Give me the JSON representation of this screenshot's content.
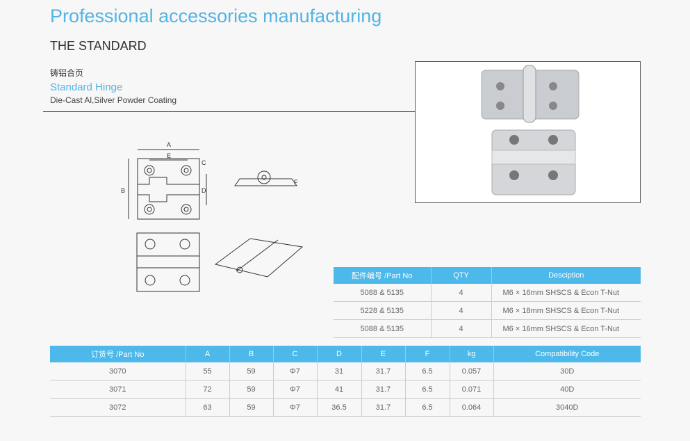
{
  "title": "Professional accessories manufacturing",
  "subtitle": "THE STANDARD",
  "product": {
    "cn": "铸铝合页",
    "name": "Standard Hinge",
    "desc": "Die-Cast Al,Silver Powder Coating"
  },
  "diagram_labels": {
    "a": "A",
    "e": "E",
    "c": "C",
    "b": "B",
    "d": "D",
    "f": "F"
  },
  "parts_table": {
    "headers": [
      "配件编号 /Part No",
      "QTY",
      "Desciption"
    ],
    "rows": [
      [
        "5088 & 5135",
        "4",
        "M6 × 16mm SHSCS & Econ T-Nut"
      ],
      [
        "5228 & 5135",
        "4",
        "M6 × 18mm SHSCS & Econ T-Nut"
      ],
      [
        "5088 & 5135",
        "4",
        "M6 × 16mm SHSCS & Econ T-Nut"
      ]
    ]
  },
  "spec_table": {
    "headers": [
      "订货号 /Part No",
      "A",
      "B",
      "C",
      "D",
      "E",
      "F",
      "kg",
      "Compatibility Code"
    ],
    "rows": [
      [
        "3070",
        "55",
        "59",
        "Φ7",
        "31",
        "31.7",
        "6.5",
        "0.057",
        "30D"
      ],
      [
        "3071",
        "72",
        "59",
        "Φ7",
        "41",
        "31.7",
        "6.5",
        "0.071",
        "40D"
      ],
      [
        "3072",
        "63",
        "59",
        "Φ7",
        "36.5",
        "31.7",
        "6.5",
        "0.064",
        "3040D"
      ]
    ]
  }
}
